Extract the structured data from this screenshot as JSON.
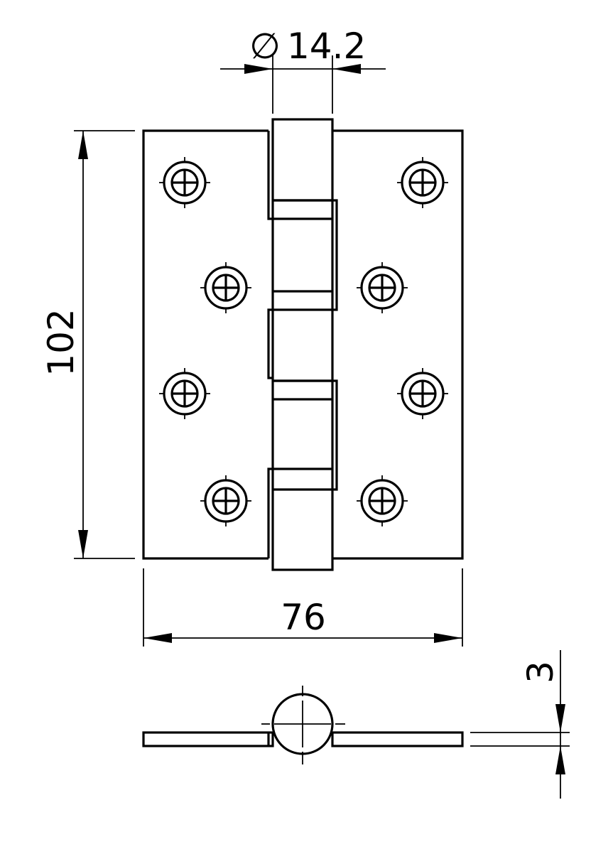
{
  "dimensions": {
    "pin_diameter_symbol": "∅",
    "pin_diameter_value": "14.2",
    "height": "102",
    "width": "76",
    "thickness": "3"
  },
  "colors": {
    "line": "#000000",
    "background": "#ffffff"
  },
  "screw_holes": [
    {
      "leaf": "left"
    },
    {
      "leaf": "right"
    },
    {
      "leaf": "left"
    },
    {
      "leaf": "right"
    },
    {
      "leaf": "left"
    },
    {
      "leaf": "right"
    },
    {
      "leaf": "left"
    },
    {
      "leaf": "right"
    }
  ]
}
